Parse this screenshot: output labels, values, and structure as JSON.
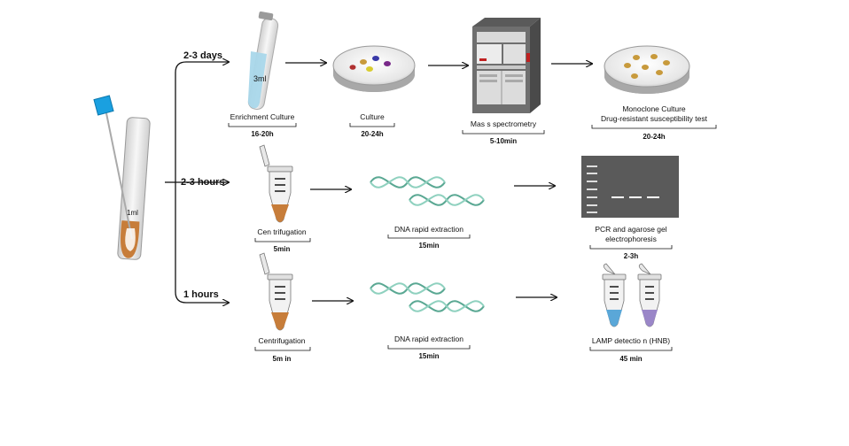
{
  "swab": {
    "volume": "1ml"
  },
  "routes": [
    {
      "label": "2-3 days",
      "tube_volume": "3ml",
      "steps": [
        {
          "label": "Enrichment Culture",
          "time": "16-20h"
        },
        {
          "label": "Culture",
          "time": "20-24h"
        },
        {
          "label": "Mas s spectrometry",
          "time": "5-10min"
        },
        {
          "label": "Monoclone Culture",
          "label2": "Drug-resistant susceptibility test",
          "time": "20-24h"
        }
      ]
    },
    {
      "label": "2-3 hours",
      "steps": [
        {
          "label": "Cen trifugation",
          "time": "5min"
        },
        {
          "label": "DNA rapid extraction",
          "time": "15min"
        },
        {
          "label": "PCR and agarose gel",
          "label2": "electrophoresis",
          "time": "2-3h"
        }
      ]
    },
    {
      "label": "1 hours",
      "steps": [
        {
          "label": "Centrifugation",
          "time": "5m in"
        },
        {
          "label": "DNA rapid extraction",
          "time": "15min"
        },
        {
          "label": "LAMP detectio n (HNB)",
          "time": "45 min"
        }
      ]
    }
  ],
  "colors": {
    "swab_head": "#1aa0e0",
    "tube_liquid": "#c77d3a",
    "culture_tube_liquid": "#a9d7ea",
    "dna_strand": "#6bbfa8",
    "gel": "#5a5a5a",
    "lamp_blue": "#5aa7d8",
    "lamp_purple": "#9a86c8",
    "colony": "#c89a3c"
  },
  "icons": [
    "swab-icon",
    "culture-tube-icon",
    "petri-dish-icon",
    "mass-spectrometer-icon",
    "microcentrifuge-tube-icon",
    "dna-helix-icon",
    "gel-electrophoresis-icon",
    "lamp-tube-icon"
  ]
}
